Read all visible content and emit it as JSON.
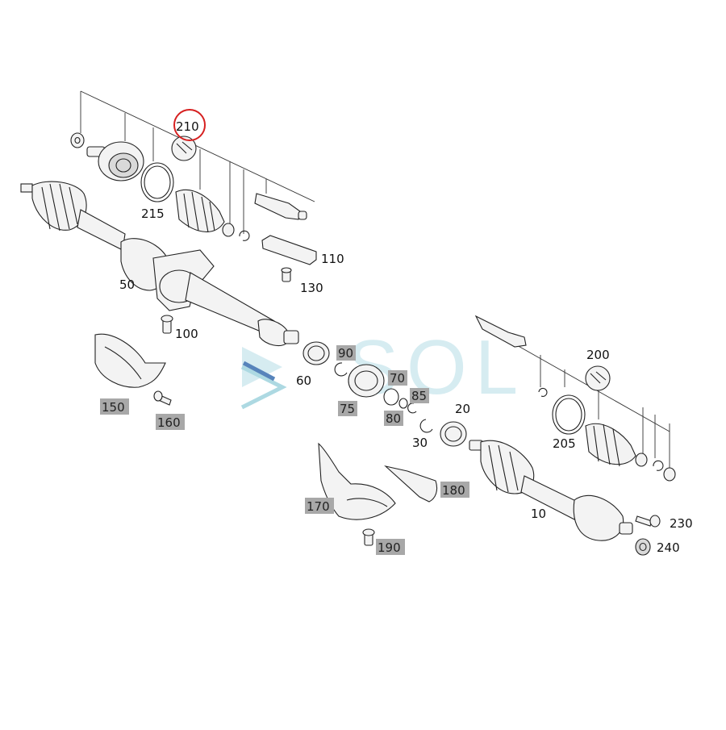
{
  "watermark": "SOL",
  "highlight_color": "#d62020",
  "callouts": [
    {
      "id": "210",
      "text": "210",
      "circled": true
    },
    {
      "id": "215",
      "text": "215",
      "shaded": false
    },
    {
      "id": "110",
      "text": "110",
      "shaded": false
    },
    {
      "id": "130",
      "text": "130",
      "shaded": false
    },
    {
      "id": "50",
      "text": "50",
      "shaded": false
    },
    {
      "id": "100",
      "text": "100",
      "shaded": false
    },
    {
      "id": "90",
      "text": "90",
      "shaded": true
    },
    {
      "id": "60",
      "text": "60",
      "shaded": false
    },
    {
      "id": "70",
      "text": "70",
      "shaded": true
    },
    {
      "id": "85",
      "text": "85",
      "shaded": true
    },
    {
      "id": "75",
      "text": "75",
      "shaded": true
    },
    {
      "id": "80",
      "text": "80",
      "shaded": true
    },
    {
      "id": "20",
      "text": "20",
      "shaded": false
    },
    {
      "id": "30",
      "text": "30",
      "shaded": false
    },
    {
      "id": "150",
      "text": "150",
      "shaded": true
    },
    {
      "id": "160",
      "text": "160",
      "shaded": true
    },
    {
      "id": "170",
      "text": "170",
      "shaded": true
    },
    {
      "id": "180",
      "text": "180",
      "shaded": true
    },
    {
      "id": "190",
      "text": "190",
      "shaded": true
    },
    {
      "id": "200",
      "text": "200",
      "shaded": false
    },
    {
      "id": "205",
      "text": "205",
      "shaded": false
    },
    {
      "id": "10",
      "text": "10",
      "shaded": false
    },
    {
      "id": "230",
      "text": "230",
      "shaded": false
    },
    {
      "id": "240",
      "text": "240",
      "shaded": false
    }
  ]
}
